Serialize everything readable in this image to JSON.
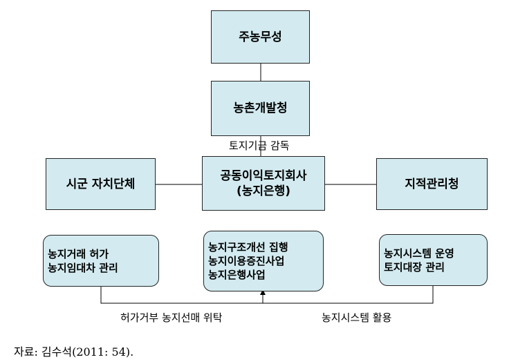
{
  "boxes": {
    "ministry": "주농무성",
    "rural_dev": "농촌개발청",
    "local_gov": "시군 자치단체",
    "company": "공동이익토지회사\n(농지은행)",
    "cadastre": "지적관리청",
    "left_tasks": "농지거래 허가\n농지임대차 관리",
    "center_tasks": "농지구조개선 집행\n농지이용증진사업\n농지은행사업",
    "right_tasks": "농지시스템 운영\n토지대장 관리"
  },
  "labels": {
    "fund_supervision": "토지기금 감독",
    "permit_preemption": "허가거부  농지선매 위탁",
    "system_use": "농지시스템 활용"
  },
  "source": "자료:  김수석(2011:  54)."
}
